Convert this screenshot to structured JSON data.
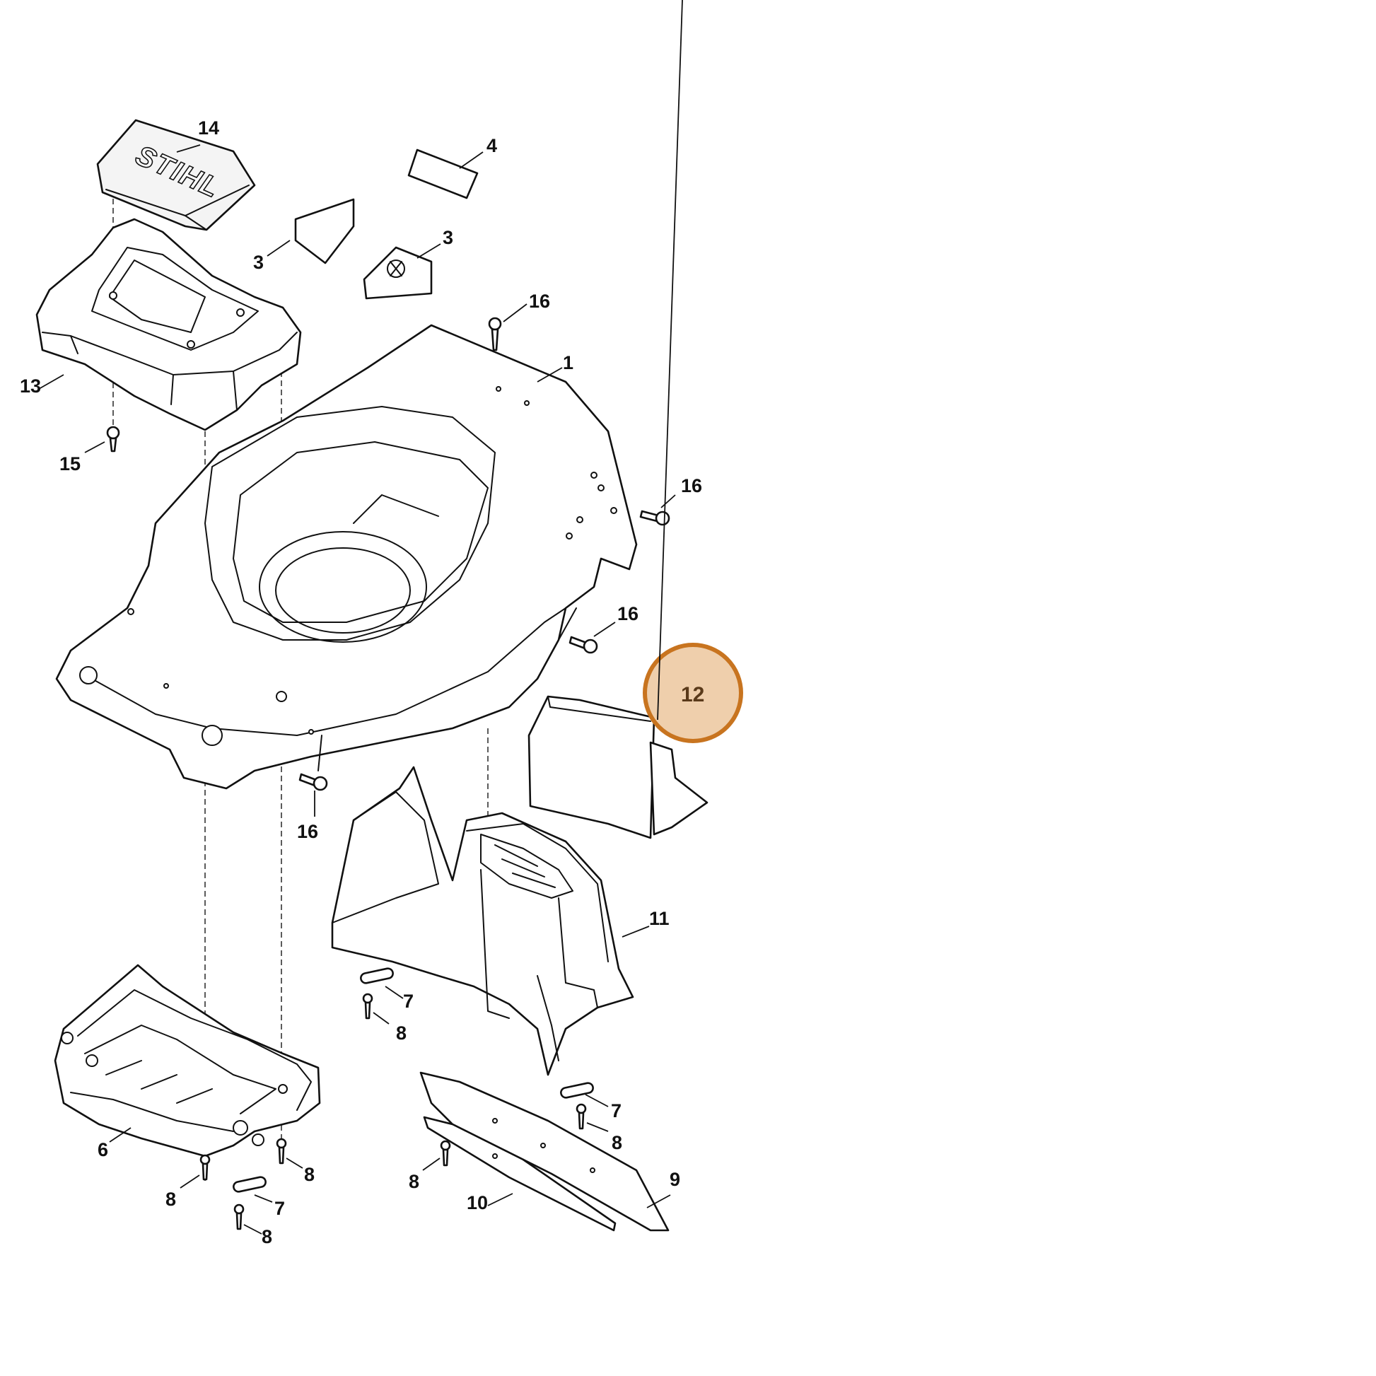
{
  "diagram": {
    "callouts": {
      "p1": "1",
      "p3a": "3",
      "p3b": "3",
      "p4": "4",
      "p6": "6",
      "p7a": "7",
      "p7b": "7",
      "p7c": "7",
      "p8a": "8",
      "p8b": "8",
      "p8c": "8",
      "p8d": "8",
      "p8e": "8",
      "p8f": "8",
      "p9": "9",
      "p10": "10",
      "p11": "11",
      "p12": "12",
      "p13": "13",
      "p14": "14",
      "p15": "15",
      "p16a": "16",
      "p16b": "16",
      "p16c": "16",
      "p16d": "16"
    },
    "logo_text": "STIHL",
    "highlighted_part": "12",
    "colors": {
      "highlight_fill": "#efcfac",
      "highlight_ring": "#c8741f",
      "line": "#111111"
    }
  }
}
